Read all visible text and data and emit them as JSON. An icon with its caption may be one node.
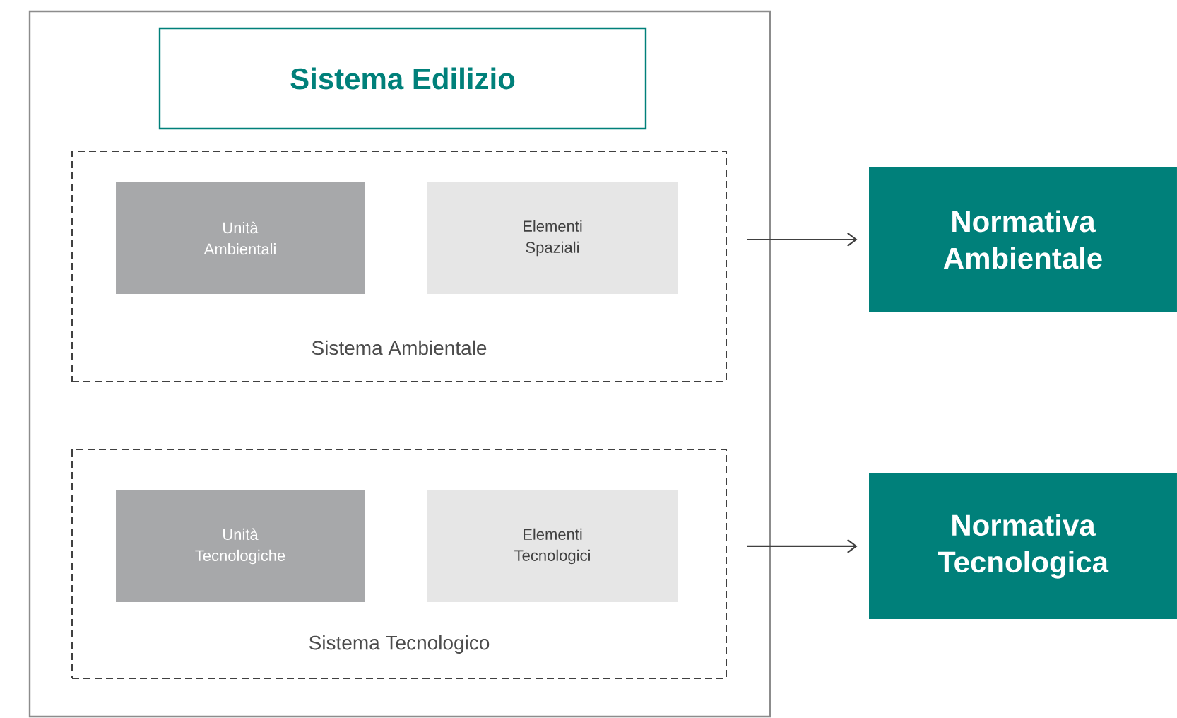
{
  "diagram": {
    "nodes": [
      {
        "text": [],
        "shape": "box"
      },
      {
        "text": [
          "Sistema Edilizio"
        ],
        "in": 0
      },
      {
        "text": [
          "Sistema Ambientale"
        ],
        "in": 0
      },
      {
        "text": [
          "Unità Ambientali"
        ],
        "in": 2
      },
      {
        "text": [
          "Elementi Spaziali"
        ],
        "in": 2
      },
      {
        "text": [
          "Sistema Tecnologico"
        ],
        "in": 0
      },
      {
        "text": [
          "Unità Tecnologiche"
        ],
        "in": 5
      },
      {
        "text": [
          "Elementi Tecnologici"
        ],
        "in": 5
      },
      {
        "text": [
          "Normativa Ambientale"
        ]
      },
      {
        "text": [
          "Normativa Tecnologica"
        ]
      }
    ],
    "edges": [
      {
        "from": 2,
        "to": 8,
        "arrow": "to"
      },
      {
        "from": 5,
        "to": 9,
        "arrow": "to"
      }
    ]
  }
}
